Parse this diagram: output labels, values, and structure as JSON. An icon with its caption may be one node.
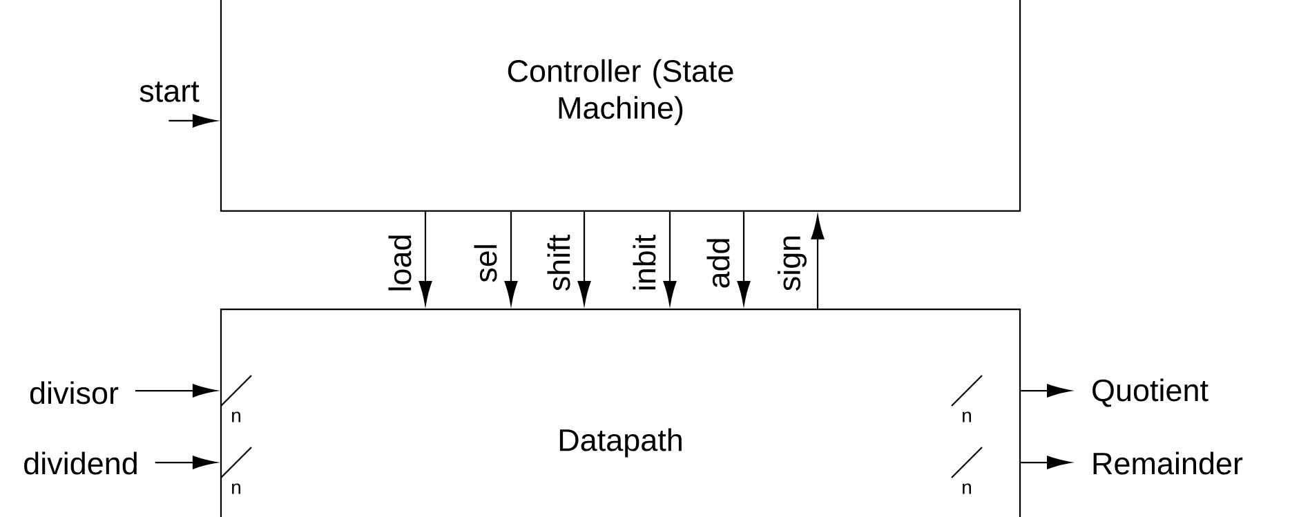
{
  "diagram": {
    "nodes": [
      {
        "text": [
          "Controller (State Machine)"
        ]
      },
      {
        "text": [
          "Datapath"
        ]
      },
      {
        "text": [
          "start"
        ]
      },
      {
        "text": [
          "divisor"
        ]
      },
      {
        "text": [
          "dividend"
        ]
      },
      {
        "text": [
          "Quotient"
        ]
      },
      {
        "text": [
          "Remainder"
        ]
      }
    ],
    "edges": [
      {
        "from": 2,
        "to": 0,
        "arrow": "to"
      },
      {
        "from": 0,
        "to": 1,
        "arrow": "to",
        "label": "load"
      },
      {
        "from": 0,
        "to": 1,
        "arrow": "to",
        "label": "sel"
      },
      {
        "from": 0,
        "to": 1,
        "arrow": "to",
        "label": "shift"
      },
      {
        "from": 0,
        "to": 1,
        "arrow": "to",
        "label": "inbit"
      },
      {
        "from": 0,
        "to": 1,
        "arrow": "to",
        "label": "add"
      },
      {
        "from": 1,
        "to": 0,
        "arrow": "to",
        "label": "sign"
      },
      {
        "from": 3,
        "to": 1,
        "arrow": "to",
        "label": "n"
      },
      {
        "from": 4,
        "to": 1,
        "arrow": "to",
        "label": "n"
      },
      {
        "from": 1,
        "to": 5,
        "arrow": "to",
        "label": "n"
      },
      {
        "from": 1,
        "to": 6,
        "arrow": "to",
        "label": "n"
      }
    ]
  }
}
